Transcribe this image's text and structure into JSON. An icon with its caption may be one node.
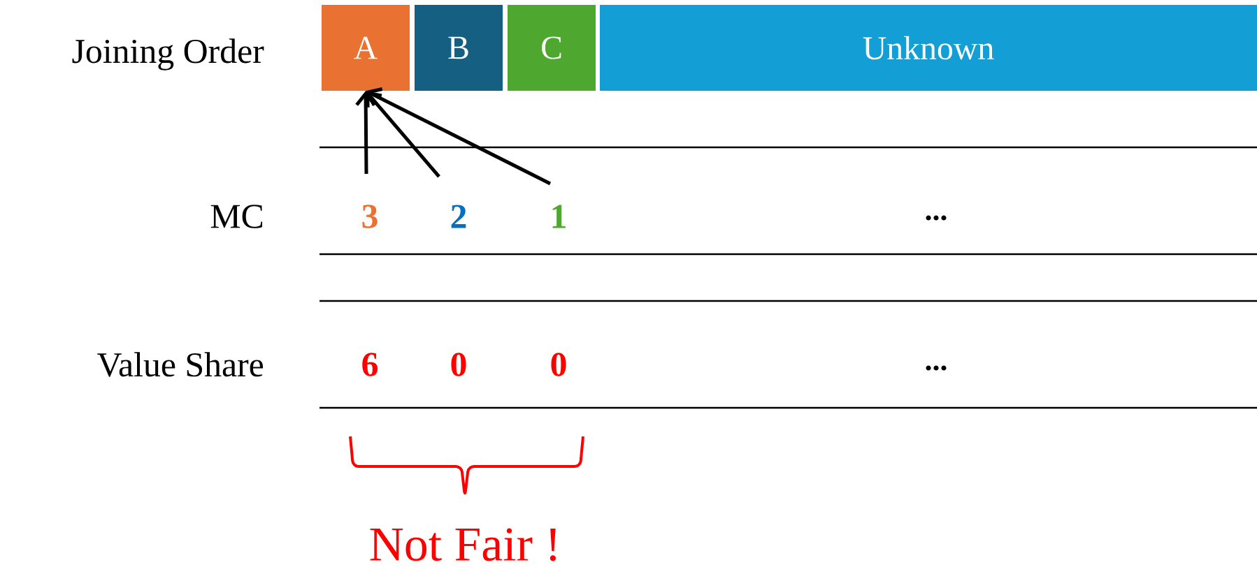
{
  "diagram": {
    "nodes": [
      {
        "text": [
          "A"
        ]
      },
      {
        "text": [
          "B"
        ]
      },
      {
        "text": [
          "C"
        ]
      },
      {
        "text": [
          "Unknown"
        ]
      },
      {
        "text": [
          "3"
        ]
      },
      {
        "text": [
          "2"
        ]
      },
      {
        "text": [
          "1"
        ]
      }
    ],
    "edges": [
      {
        "from": 4,
        "to": 0,
        "arrow": "to"
      },
      {
        "from": 5,
        "to": 0,
        "arrow": "to"
      },
      {
        "from": 6,
        "to": 0,
        "arrow": "to"
      }
    ],
    "labels": [
      "Joining Order",
      "MC",
      "...",
      "Value Share",
      "6",
      "0",
      "0",
      "...",
      "Not Fair !"
    ]
  }
}
